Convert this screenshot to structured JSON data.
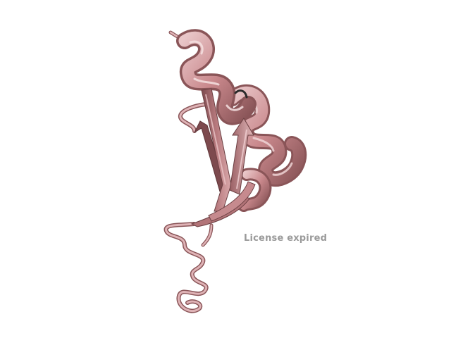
{
  "viewer": {
    "watermark_text": "License expired"
  },
  "structure": {
    "representation": "cartoon",
    "color": "#c9888c",
    "color_dark": "#8a5558",
    "color_light": "#e9c6c8",
    "elements": [
      "alpha-helix",
      "beta-sheet",
      "loop"
    ]
  }
}
